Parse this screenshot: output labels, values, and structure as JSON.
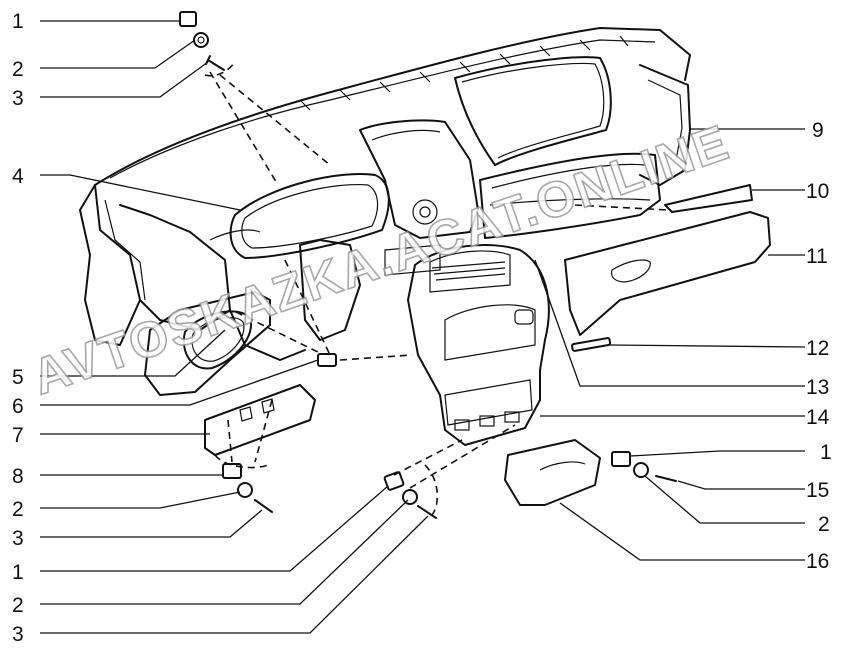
{
  "watermark": "AVTOSKAZKA.ACAT.ONLINE",
  "callouts": {
    "l1": "1",
    "l2": "2",
    "l3": "3",
    "l4": "4",
    "l5": "5",
    "l6": "6",
    "l7": "7",
    "l8": "8",
    "l9": "2",
    "l10": "3",
    "l11": "1",
    "l12": "2",
    "l13": "3",
    "r9": "9",
    "r10": "10",
    "r11": "11",
    "r12": "12",
    "r13": "13",
    "r14": "14",
    "r15": "1",
    "r16": "15",
    "r17": "2",
    "r18": "16"
  }
}
